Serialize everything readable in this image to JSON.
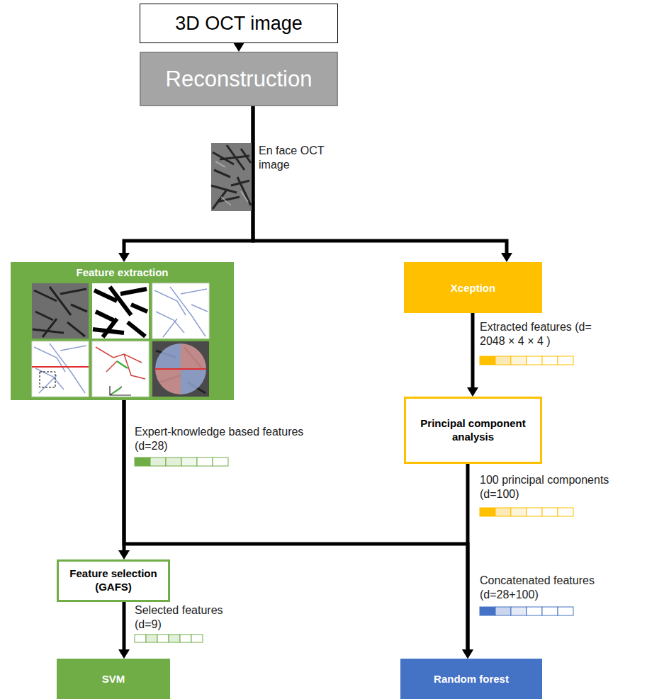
{
  "diagram": {
    "nodes": [
      {
        "text": [
          "3D OCT image"
        ]
      },
      {
        "text": [
          "Reconstruction"
        ]
      },
      {
        "text": [
          "Feature extraction"
        ]
      },
      {
        "text": [
          "Xception"
        ]
      },
      {
        "text": [
          "Principal component analysis"
        ]
      },
      {
        "text": [
          "Feature selection (GAFS)"
        ]
      },
      {
        "text": [
          "SVM"
        ]
      },
      {
        "text": [
          "Random forest"
        ]
      }
    ],
    "edges": [
      {
        "from": 0,
        "to": 1,
        "arrow": "to"
      },
      {
        "from": 1,
        "to": 2,
        "arrow": "to"
      },
      {
        "from": 1,
        "to": 3,
        "arrow": "to"
      },
      {
        "from": 3,
        "to": 4,
        "arrow": "to"
      },
      {
        "from": 2,
        "to": 5,
        "arrow": "to"
      },
      {
        "from": 2,
        "to": 7,
        "arrow": "to"
      },
      {
        "from": 4,
        "to": 7,
        "arrow": "to"
      },
      {
        "from": 5,
        "to": 6,
        "arrow": "to"
      }
    ],
    "labels": [
      "En face OCT image",
      "Extracted features (d= 2048 × 4 × 4 )",
      "Expert-knowledge based features (d=28)",
      "100 principal components (d=100)",
      "Concatenated features (d=28+100)",
      "Selected features (d=9)"
    ]
  }
}
